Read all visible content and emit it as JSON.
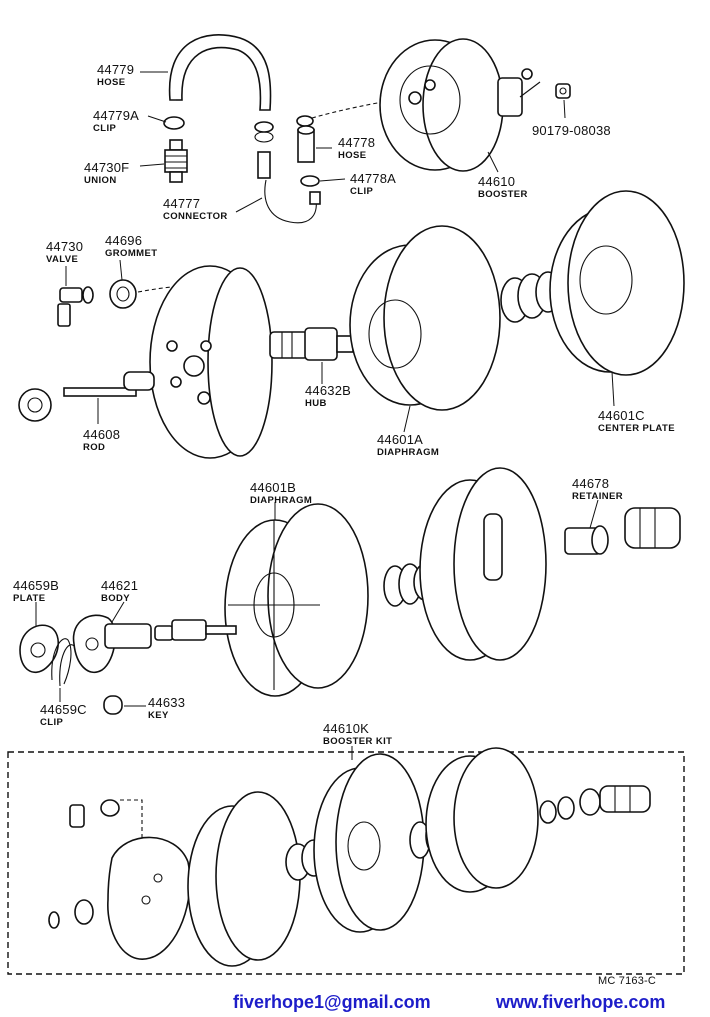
{
  "diagram_code": "MC  7163-C",
  "footer": {
    "email": "fiverhope1@gmail.com",
    "website": "www.fiverhope.com"
  },
  "colors": {
    "line": "#111111",
    "footer_text": "#1d1dc9",
    "background": "#ffffff"
  },
  "parts": {
    "p44779": {
      "number": "44779",
      "name": "HOSE"
    },
    "p44779a": {
      "number": "44779A",
      "name": "CLIP"
    },
    "p44730f": {
      "number": "44730F",
      "name": "UNION"
    },
    "p44777": {
      "number": "44777",
      "name": "CONNECTOR"
    },
    "p44778": {
      "number": "44778",
      "name": "HOSE"
    },
    "p44778a": {
      "number": "44778A",
      "name": "CLIP"
    },
    "p44610": {
      "number": "44610",
      "name": "BOOSTER"
    },
    "p90179": {
      "number": "90179-08038",
      "name": ""
    },
    "p44730": {
      "number": "44730",
      "name": "VALVE"
    },
    "p44696": {
      "number": "44696",
      "name": "GROMMET"
    },
    "p44608": {
      "number": "44608",
      "name": "ROD"
    },
    "p44632b": {
      "number": "44632B",
      "name": "HUB"
    },
    "p44601a": {
      "number": "44601A",
      "name": "DIAPHRAGM"
    },
    "p44601c": {
      "number": "44601C",
      "name": "CENTER PLATE"
    },
    "p44601b": {
      "number": "44601B",
      "name": "DIAPHRAGM"
    },
    "p44678": {
      "number": "44678",
      "name": "RETAINER"
    },
    "p44659b": {
      "number": "44659B",
      "name": "PLATE"
    },
    "p44621": {
      "number": "44621",
      "name": "BODY"
    },
    "p44659c": {
      "number": "44659C",
      "name": "CLIP"
    },
    "p44633": {
      "number": "44633",
      "name": "KEY"
    },
    "p44610k": {
      "number": "44610K",
      "name": "BOOSTER KIT"
    }
  }
}
